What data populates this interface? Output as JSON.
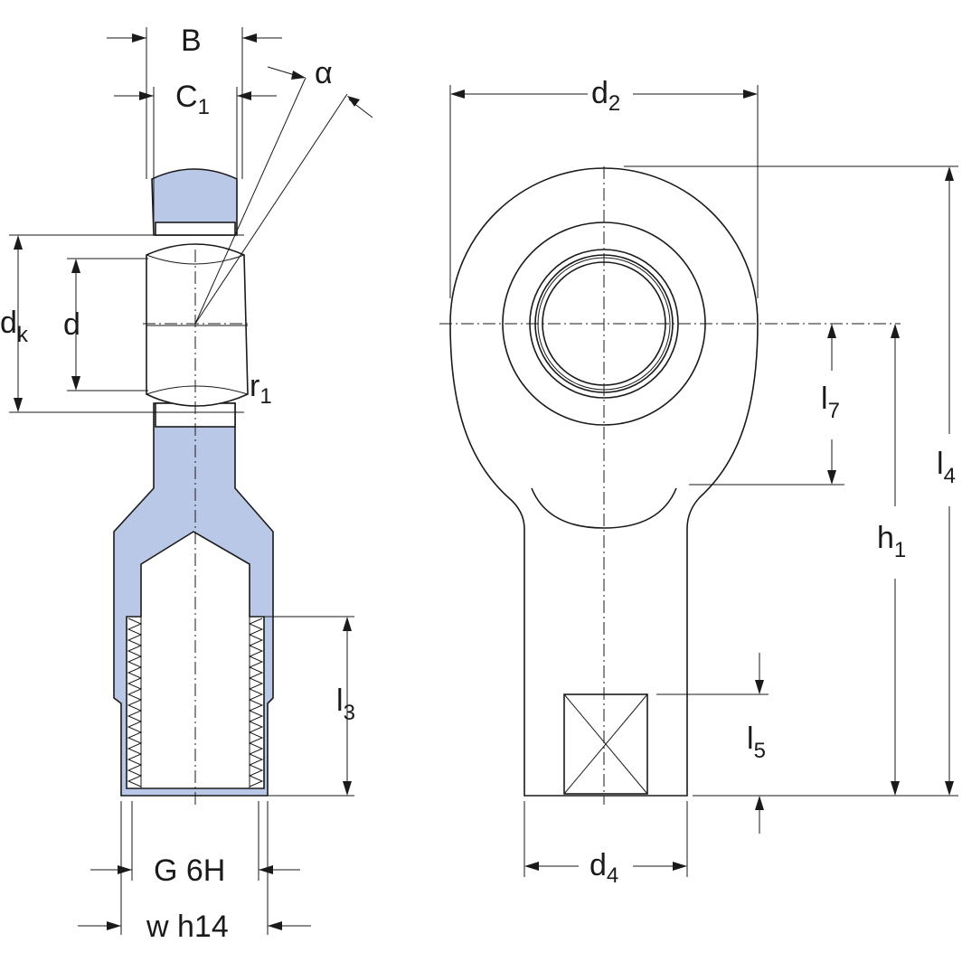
{
  "labels": {
    "B": "B",
    "C1": {
      "main": "C",
      "sub": "1"
    },
    "alpha": "α",
    "dk": {
      "main": "d",
      "sub": "k"
    },
    "d": "d",
    "r1": {
      "main": "r",
      "sub": "1"
    },
    "l3": {
      "main": "l",
      "sub": "3"
    },
    "G": "G 6H",
    "w": "w h14",
    "d2": {
      "main": "d",
      "sub": "2"
    },
    "l7": {
      "main": "l",
      "sub": "7"
    },
    "h1": {
      "main": "h",
      "sub": "1"
    },
    "l4": {
      "main": "l",
      "sub": "4"
    },
    "l5": {
      "main": "l",
      "sub": "5"
    },
    "d4": {
      "main": "d",
      "sub": "4"
    }
  },
  "colors": {
    "section_fill": "#b9c8e6",
    "line": "#1a1a1a",
    "background": "#ffffff"
  }
}
